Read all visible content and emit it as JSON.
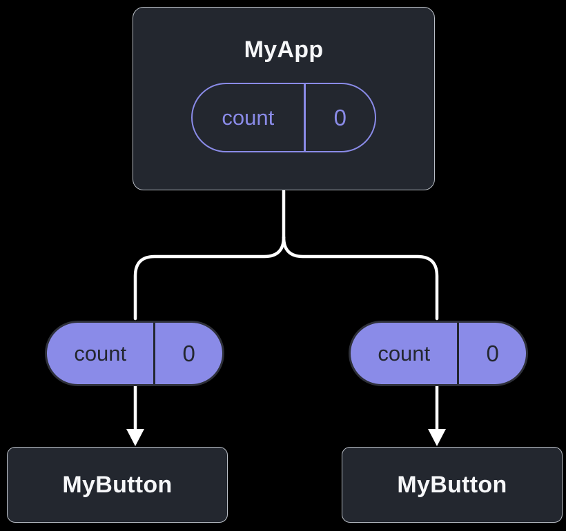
{
  "diagram": {
    "type": "component-tree",
    "colors": {
      "background": "#000000",
      "node_fill": "#23272F",
      "node_border": "#B9BEC6",
      "node_text": "#F6F7F9",
      "accent": "#8A8BE8",
      "pill_border": "#2E3039",
      "pill_dark_text": "#23272F",
      "connector": "#FFFFFF"
    },
    "root": {
      "title": "MyApp",
      "pill": {
        "label": "count",
        "value": "0"
      }
    },
    "left_branch": {
      "pill": {
        "label": "count",
        "value": "0"
      },
      "node": {
        "title": "MyButton"
      }
    },
    "right_branch": {
      "pill": {
        "label": "count",
        "value": "0"
      },
      "node": {
        "title": "MyButton"
      }
    }
  }
}
